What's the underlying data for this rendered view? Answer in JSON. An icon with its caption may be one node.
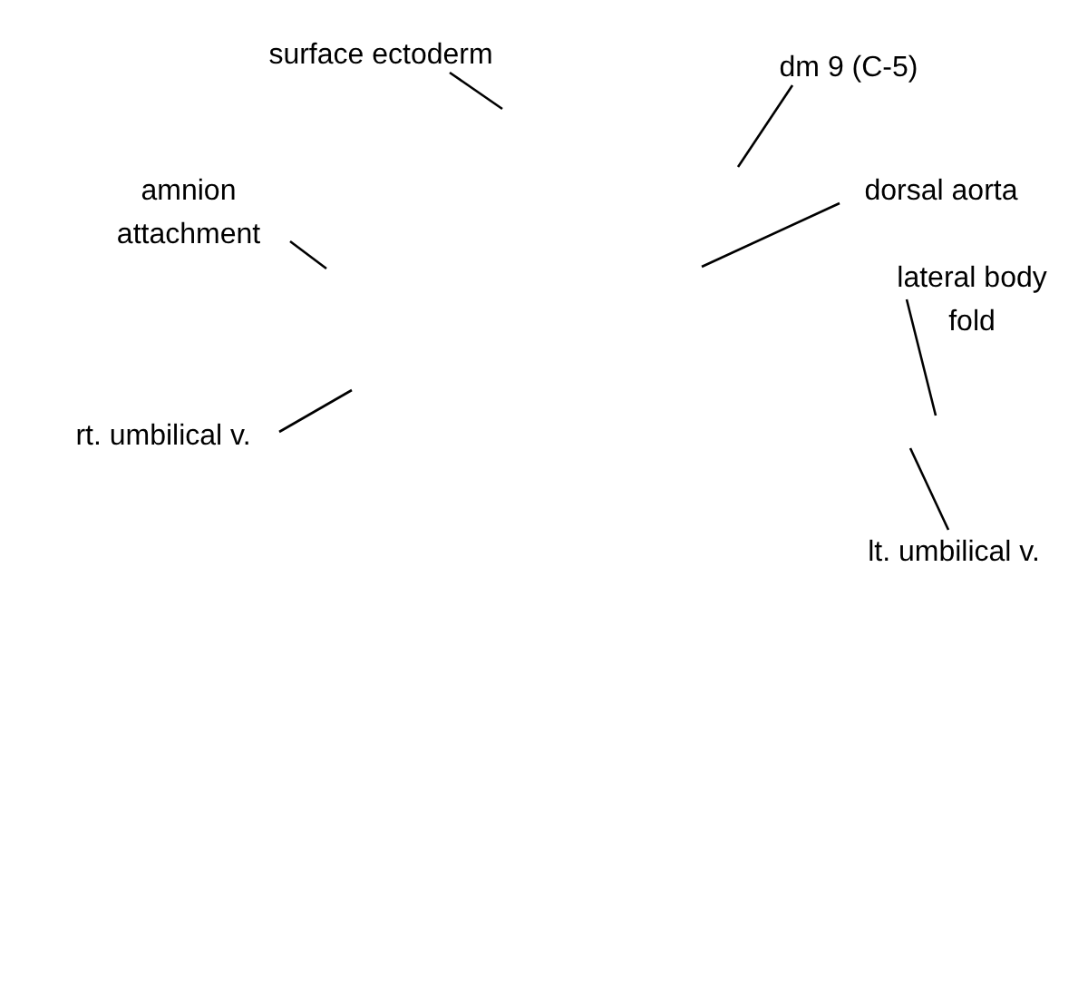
{
  "diagram": {
    "nodes": [
      {
        "text": [
          "surface ectoderm"
        ]
      },
      {
        "text": [
          "dm 9 (C-5)"
        ]
      },
      {
        "text": [
          "amnion attachment"
        ]
      },
      {
        "text": [
          "dorsal aorta"
        ]
      },
      {
        "text": [
          "lateral body fold"
        ]
      },
      {
        "text": [
          "rt. umbilical v."
        ]
      },
      {
        "text": [
          "lt. umbilical v."
        ]
      }
    ],
    "edges": [
      {
        "from": 0,
        "to": null,
        "arrow": "none"
      },
      {
        "from": 1,
        "to": null,
        "arrow": "none"
      },
      {
        "from": 2,
        "to": null,
        "arrow": "none"
      },
      {
        "from": 3,
        "to": null,
        "arrow": "none"
      },
      {
        "from": 4,
        "to": null,
        "arrow": "none"
      },
      {
        "from": 5,
        "to": null,
        "arrow": "none"
      },
      {
        "from": 6,
        "to": null,
        "arrow": "none"
      }
    ]
  }
}
